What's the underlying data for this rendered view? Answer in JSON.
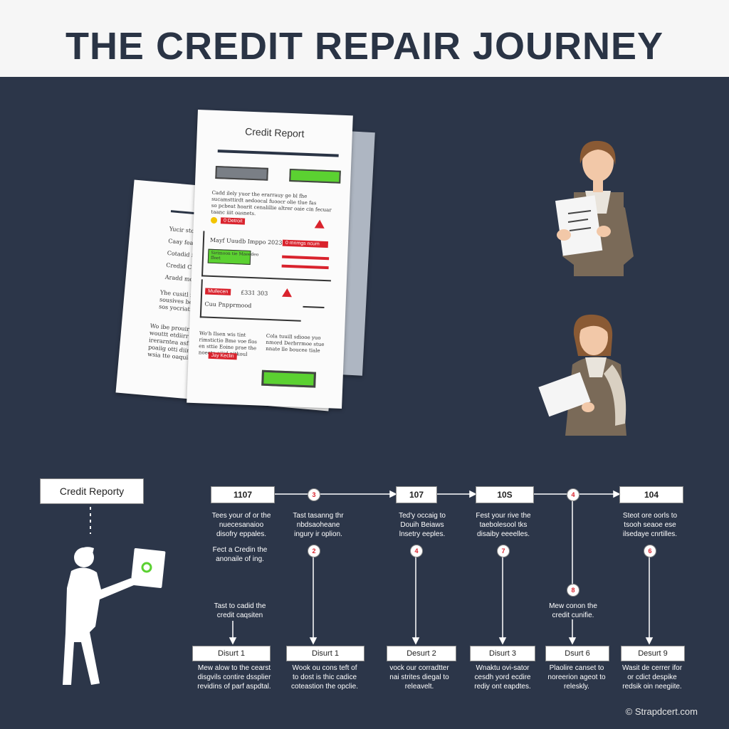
{
  "title": "THE CREDIT REPAIR JOURNEY",
  "report": {
    "title": "Credit Report",
    "back_title": "C",
    "back_lines": [
      "Yucir stocl aos",
      "Caay feacstie",
      "Cotadid fils fing",
      "Credid Credits",
      "Aradd mocdio"
    ],
    "back_block1": "Yhe cusitl rin p\nsousives beals tee\nsos yocriatice",
    "back_block2": "Wo ibe prouiry\nwouttt etdiirr aarad\nirerarntea asfimg\npoaiig otti diirr\nwsia tte oaquial",
    "front_para": "Cadd ilely yuor the erarrauy ge bl fhe\nsucamsttirdt aedoocal fuoocr olie tlue fas\nso pcbeat hoarit cenalillie altrer oaie cin fecuar\ntaanc iiit oasnets.",
    "badge1": "0 Detroit",
    "row1": "Mayf Uuudb Imppo 2023",
    "row1_green": "Sirimoon tie Maeedeo\nffeet",
    "badge_row1": "0 mnmgs ncum",
    "row2_badge": "Mullecen",
    "row2_num": "£331 303",
    "row2_label": "Cuu Pnpprmood",
    "col1": "Wo'h Ilsen wis tint\nrimstictio Bme voe flos\nen sttie Eoine prae the\nnoeeta aiiid nitkoul",
    "col2": "Cola tuuill sdiooe yuo\nnmord Derbrrmoe stue\nnnate lle boucee tiale",
    "badge2": "Jay Keclin"
  },
  "start_label": "Credit Reporty",
  "steps": [
    {
      "label": "1107",
      "num": "3",
      "text": "Tees your of or the\nnuecesanaioo\ndisofry eppales."
    },
    {
      "label": "",
      "num": "2",
      "text": "Tast tasanng thr\nnbdsaoheane\ningury ir oplion."
    },
    {
      "label": "107",
      "num": "4",
      "text": "Ted'y occaig to\nDouih Beiaws\nlnsetry eeples."
    },
    {
      "label": "10S",
      "num": "7",
      "text": "Fest your rive the\ntaebolesool tks\ndisaiby eeeelles."
    },
    {
      "label": "",
      "num": "4",
      "text": ""
    },
    {
      "label": "104",
      "num": "6",
      "text": "Steot ore oorls to\ntsooh seaoe ese\nilsedaye cnrtilles."
    }
  ],
  "extra_num": "8",
  "left_text_top": "Fect a Credin the\nanonaile of ing.",
  "left_text_bottom": "Tast to cadid the\ncredit caqsiten",
  "right_text": "Mew conon the\ncredit cunifie.",
  "disputes": [
    {
      "label": "Disurt 1",
      "text": "Mew alow to the cearst\ndisgvils contire dssplier\nrevidins of parf aspdtal."
    },
    {
      "label": "Disurt 1",
      "text": "Wook ou cons teft of\nto dost is thic cadice\ncoteastion the opclie."
    },
    {
      "label": "Desurt 2",
      "text": "vock our corradtter\nnai strites diegal to\nreleavelt."
    },
    {
      "label": "Disurt 3",
      "text": "Wnaktu ovi-sator\ncesdh yord ecdire\nrediy ont eapdtes."
    },
    {
      "label": "Dsurt 6",
      "text": "Plaolire canset to\nnoreerion ageot to\nreleskly."
    },
    {
      "label": "Desurt 9",
      "text": "Wasit de cerrer ifor\nor cdict despike\nredsik oin neegiite."
    }
  ],
  "footer": "© Strapdcert.com",
  "colors": {
    "background": "#2c3649",
    "accent_red": "#d9232d",
    "accent_green": "#5bd131"
  }
}
